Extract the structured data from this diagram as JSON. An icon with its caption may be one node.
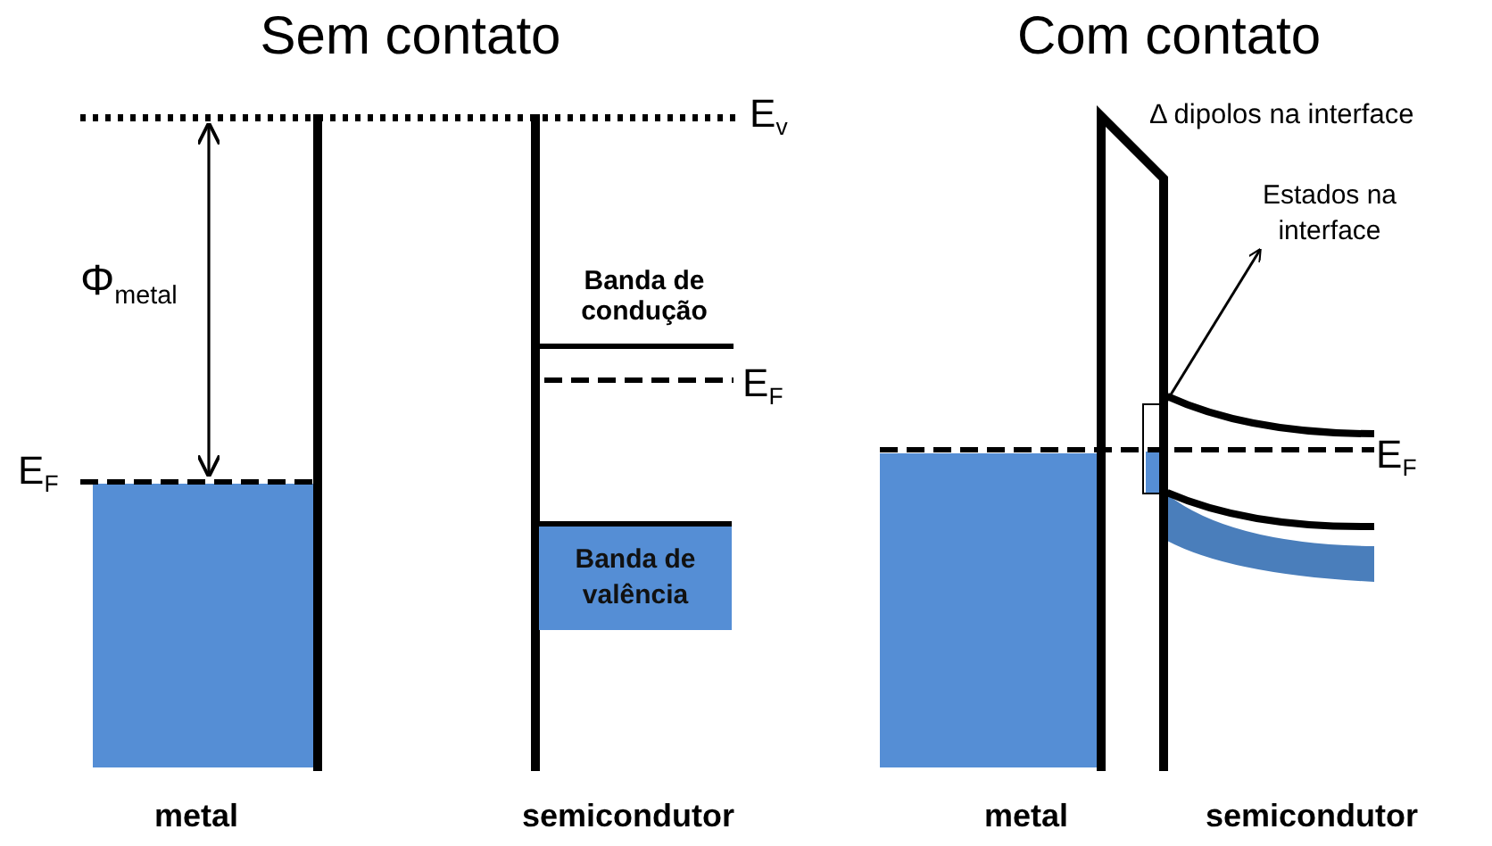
{
  "diagram": {
    "nodes": [
      {
        "text": [
          "Banda de valência"
        ]
      },
      {
        "text": [
          "Estados na interface"
        ]
      },
      {
        "text": [],
        "shape": "box"
      }
    ],
    "edges": [
      {
        "from": 2,
        "to": 1,
        "arrow": "to"
      }
    ],
    "labels": [
      "Sem contato",
      "Com contato",
      "E$_{v}$",
      "Φ$_{metal}$",
      "E$_{F}$",
      "Banda de condução",
      "E$_{F}$",
      "Δ dipolos na interface",
      "E$_{F}$",
      "metal",
      "semicondutor",
      "metal",
      "semicondutor"
    ]
  }
}
